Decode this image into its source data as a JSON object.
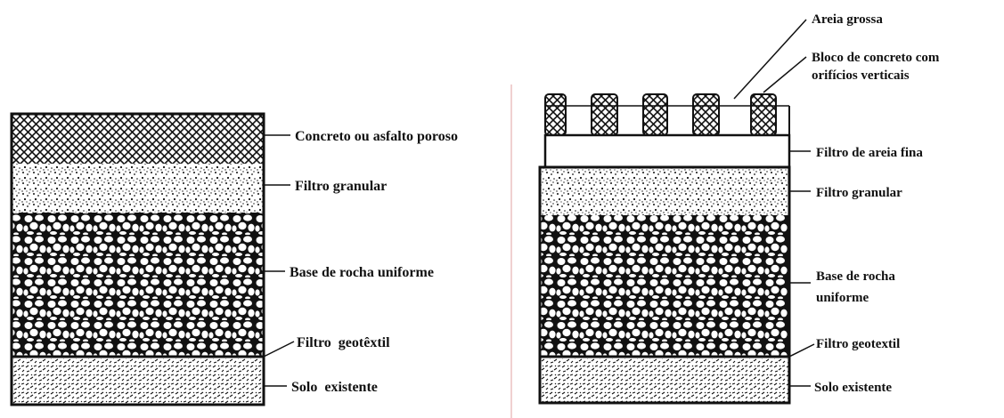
{
  "left_section": {
    "labels": {
      "surface": "Concreto ou asfalto poroso",
      "granular": "Filtro granular",
      "rock": "Base de rocha uniforme",
      "geotextile": "Filtro  geotêxtil",
      "soil": "Solo  existente"
    }
  },
  "right_section": {
    "labels": {
      "sand": "Areia grossa",
      "block_line1": "Bloco de concreto com",
      "block_line2": "orifícios verticais",
      "fine_sand": "Filtro de areia fina",
      "granular": "Filtro granular",
      "rock_line1": "Base de rocha",
      "rock_line2": "uniforme",
      "geotextile": "Filtro geotextil",
      "soil": "Solo existente"
    }
  },
  "colors": {
    "ink": "#111111",
    "divider": "#e0a0a0",
    "background": "#ffffff"
  }
}
